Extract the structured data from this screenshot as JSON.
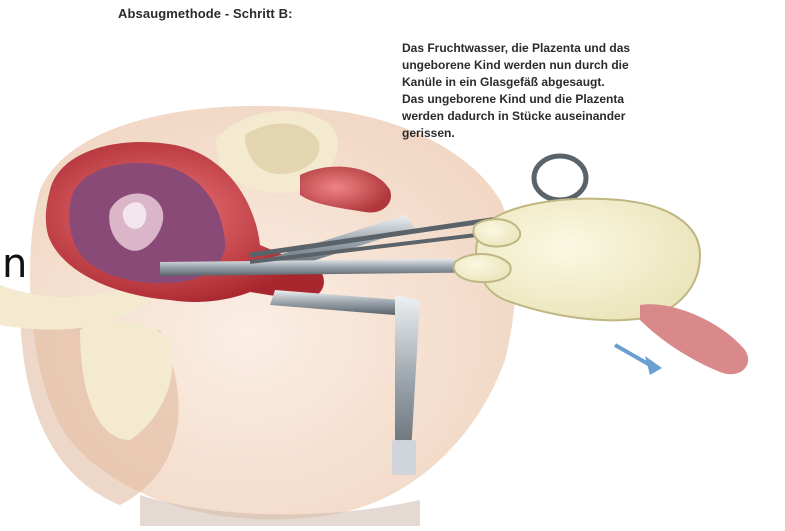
{
  "figure": {
    "title": "Absaugmethode - Schritt B:",
    "caption_lines": [
      "Das Fruchtwasser, die Plazenta und das",
      "ungeborene Kind werden nun durch die",
      "Kanüle in ein Glasgefäß abgesaugt.",
      "Das ungeborene Kind und die Plazenta",
      "werden dadurch in Stücke auseinander",
      "gerissen."
    ],
    "edge_text": "n"
  },
  "colors": {
    "skin": "#f1d7c4",
    "skin_shadow": "#dfb79b",
    "uterus": "#d94a4f",
    "uterus_dark": "#a8262d",
    "uterus_inner": "#8a4a78",
    "bone": "#f3ead0",
    "bone_shadow": "#d9c79a",
    "steel": "#9aa3ab",
    "steel_dark": "#4e565d",
    "glove": "#e9e3b8",
    "glove_shadow": "#bfb681",
    "arm": "#d9898a",
    "arrow": "#6a9fd0"
  },
  "icons": [
    "illustration",
    "arrow-down-right-icon"
  ]
}
